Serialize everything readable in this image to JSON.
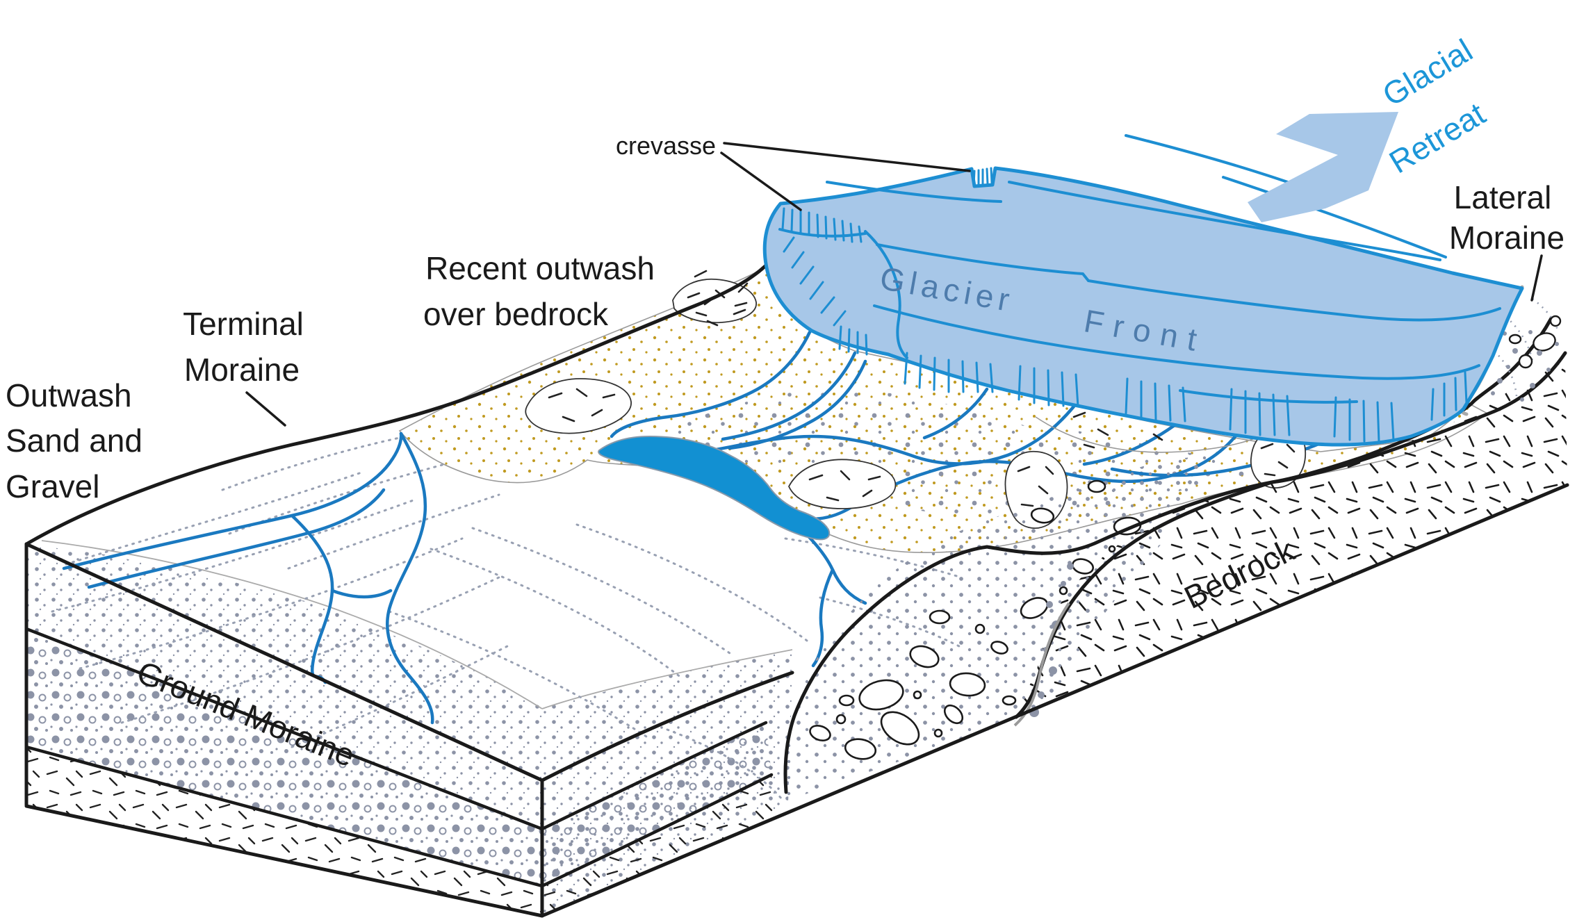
{
  "figure": {
    "type": "block-diagram",
    "subject": "Glacial retreat landforms"
  },
  "labels": {
    "glacial_retreat": {
      "line1": "Glacial",
      "line2": "Retreat"
    },
    "crevasse": "crevasse",
    "lateral_moraine": {
      "line1": "Lateral",
      "line2": "Moraine"
    },
    "terminal_moraine": {
      "line1": "Terminal",
      "line2": "Moraine"
    },
    "recent_outwash": {
      "line1": "Recent outwash",
      "line2": "over bedrock"
    },
    "outwash_sand_gravel": {
      "line1": "Outwash",
      "line2": "Sand and",
      "line3": "Gravel"
    },
    "ground_moraine": "Ground Moraine",
    "bedrock": "Bedrock",
    "glacier_front": {
      "word1": "Glacier",
      "word2": "Front"
    }
  },
  "colors": {
    "glacier_fill": "#a7c7e8",
    "glacier_outline": "#1d8ed2",
    "stream": "#1a79c0",
    "lake": "#1290d2",
    "retreat_text": "#1c96d8",
    "glacier_text": "#4e7cac",
    "arrow_fill": "#a7c7e8",
    "gold_dot": "#c09a20",
    "gray_dot": "#8c93a6",
    "outline_black": "#1a1a1a",
    "contour_gray": "#999999"
  }
}
